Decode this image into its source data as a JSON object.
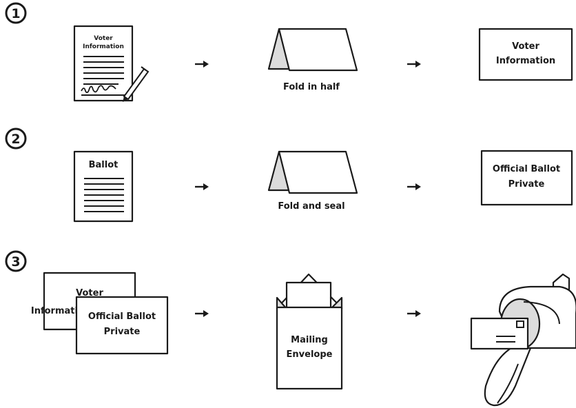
{
  "steps": [
    {
      "number": "1",
      "doc_title": [
        "Voter",
        "Information"
      ],
      "fold_caption": "Fold in half",
      "result_label": [
        "Voter",
        "Information"
      ]
    },
    {
      "number": "2",
      "doc_title": "Ballot",
      "fold_caption": "Fold and seal",
      "result_label": [
        "Official Ballot",
        "Private"
      ]
    },
    {
      "number": "3",
      "back_card_label": [
        "Voter",
        "Information"
      ],
      "front_card_label": [
        "Official Ballot",
        "Private"
      ],
      "envelope_label": [
        "Mailing",
        "Envelope"
      ]
    }
  ],
  "arrow_glyph": "→",
  "colors": {
    "ink": "#1a1a1a",
    "shade": "#dcdcdc",
    "paper": "#ffffff"
  },
  "icons": [
    "numbered-circle-icon",
    "document-icon",
    "pen-icon",
    "folded-paper-icon",
    "arrow-icon",
    "envelope-icon",
    "mailbox-icon"
  ]
}
